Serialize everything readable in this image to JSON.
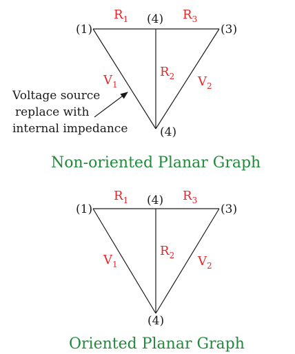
{
  "diagrams": [
    {
      "caption": "Non-oriented Planar Graph",
      "nodes": {
        "n1": "(1)",
        "n4_top": "(4)",
        "n3": "(3)",
        "n4_bottom": "(4)"
      },
      "edges": {
        "r1": {
          "letter": "R",
          "sub": "1"
        },
        "r3": {
          "letter": "R",
          "sub": "3"
        },
        "r2": {
          "letter": "R",
          "sub": "2"
        },
        "v1": {
          "letter": "V",
          "sub": "1"
        },
        "v2": {
          "letter": "V",
          "sub": "2"
        }
      },
      "annotation": [
        "Voltage source",
        "replace with",
        "internal impedance"
      ]
    },
    {
      "caption": "Oriented Planar Graph",
      "nodes": {
        "n1": "(1)",
        "n4_top": "(4)",
        "n3": "(3)",
        "n4_bottom": "(4)"
      },
      "edges": {
        "r1": {
          "letter": "R",
          "sub": "1"
        },
        "r3": {
          "letter": "R",
          "sub": "3"
        },
        "r2": {
          "letter": "R",
          "sub": "2"
        },
        "v1": {
          "letter": "V",
          "sub": "1"
        },
        "v2": {
          "letter": "V",
          "sub": "2"
        }
      }
    }
  ],
  "colors": {
    "edge_label": "#e8262a",
    "caption": "#1f8a3a",
    "line": "#1a1a1a"
  }
}
